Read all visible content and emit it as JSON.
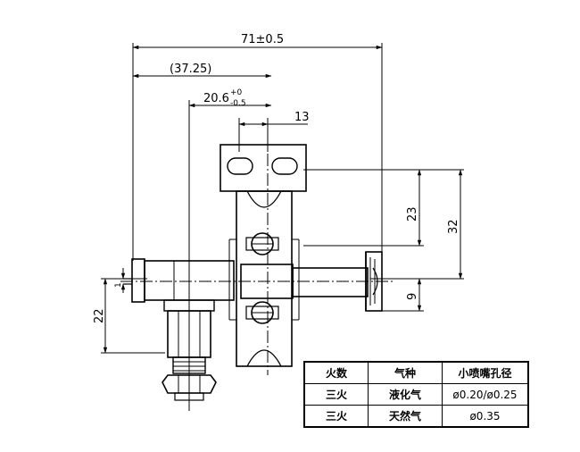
{
  "dimensions": {
    "overall_length": "71±0.5",
    "ref_length": "(37.25)",
    "offset_value": "20.6",
    "offset_tol_upper": "+0",
    "offset_tol_lower": "-0.5",
    "slot_spacing": "13",
    "height_23": "23",
    "height_32": "32",
    "height_9": "9",
    "height_22": "22",
    "thickness_1": "1"
  },
  "spec_table": {
    "headers": [
      "火数",
      "气种",
      "小喷嘴孔径"
    ],
    "rows": [
      [
        "三火",
        "液化气",
        "ø0.20/ø0.25"
      ],
      [
        "三火",
        "天然气",
        "ø0.35"
      ]
    ]
  }
}
